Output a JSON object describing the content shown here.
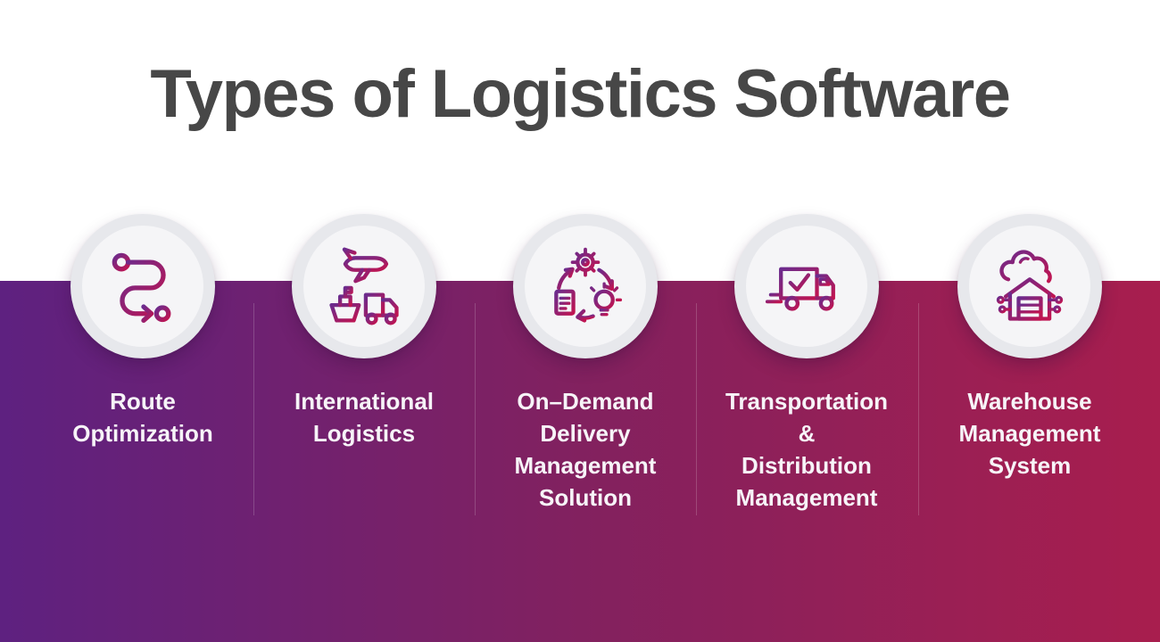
{
  "title": "Types of Logistics Software",
  "colors": {
    "background_top": "#ffffff",
    "band_gradient_left": "#5e2180",
    "band_gradient_right": "#a81e4e",
    "title_text": "#474747",
    "label_text": "#f7f4f8",
    "circle_outer_ring": "#e7e8ec",
    "circle_inner": "#f5f5f7",
    "icon_gradient_start": "#6b2b8d",
    "icon_gradient_end": "#c11450",
    "divider": "rgba(255,255,255,0.18)"
  },
  "items": [
    {
      "icon": "route-path-icon",
      "label": "Route Optimization",
      "label_lines": [
        "Route",
        "Optimization"
      ]
    },
    {
      "icon": "global-logistics-icon",
      "label": "International Logistics",
      "label_lines": [
        "International",
        "Logistics"
      ]
    },
    {
      "icon": "process-cycle-icon",
      "label": "On–Demand Delivery Management Solution",
      "label_lines": [
        "On–Demand",
        "Delivery",
        "Management",
        "Solution"
      ]
    },
    {
      "icon": "delivery-truck-icon",
      "label": "Transportation & Distribution Management",
      "label_lines": [
        "Transportation",
        "&",
        "Distribution",
        "Management"
      ]
    },
    {
      "icon": "smart-warehouse-icon",
      "label": "Warehouse Management System",
      "label_lines": [
        "Warehouse",
        "Management",
        "System"
      ]
    }
  ]
}
